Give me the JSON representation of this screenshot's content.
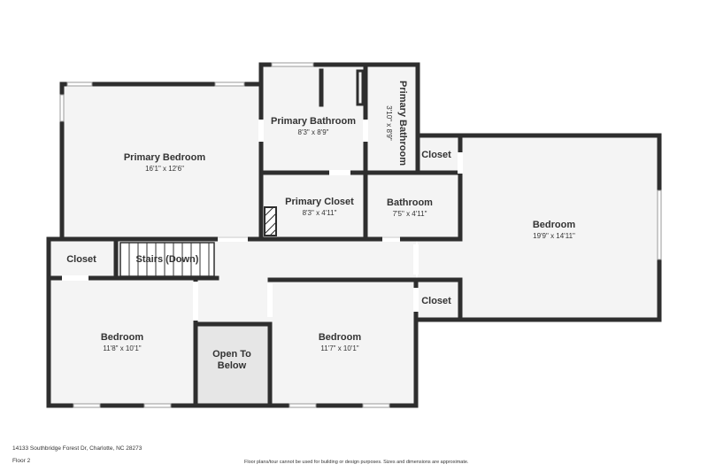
{
  "rooms": {
    "primary_bedroom": {
      "name": "Primary Bedroom",
      "dims": "16'1\" x 12'6\""
    },
    "primary_bathroom_main": {
      "name": "Primary Bathroom",
      "dims": "8'3\" x 8'9\""
    },
    "primary_bathroom_side": {
      "name": "Primary Bathroom",
      "dims": "3'10\" x 8'9\""
    },
    "closet_upper_right": {
      "name": "Closet"
    },
    "primary_closet": {
      "name": "Primary Closet",
      "dims": "8'3\" x 4'11\""
    },
    "bathroom": {
      "name": "Bathroom",
      "dims": "7'5\" x 4'11\""
    },
    "bedroom_right": {
      "name": "Bedroom",
      "dims": "19'9\" x 14'11\""
    },
    "closet_left": {
      "name": "Closet"
    },
    "stairs": {
      "name": "Stairs (Down)"
    },
    "closet_lower_right": {
      "name": "Closet"
    },
    "bedroom_left": {
      "name": "Bedroom",
      "dims": "11'8\" x 10'1\""
    },
    "open_to_below": {
      "line1": "Open To",
      "line2": "Below"
    },
    "bedroom_middle": {
      "name": "Bedroom",
      "dims": "11'7\" x 10'1\""
    }
  },
  "footer": {
    "address": "14133 Southbridge Forest Dr, Charlotte, NC 28273",
    "floor": "Floor 2",
    "disclaimer": "Floor plans/tour cannot be used for building or design purposes. Sizes and dimensions are approximate."
  },
  "colors": {
    "wall": "#2e2e2e",
    "room": "#f4f4f4",
    "open_to_below": "#e6e6e6"
  }
}
